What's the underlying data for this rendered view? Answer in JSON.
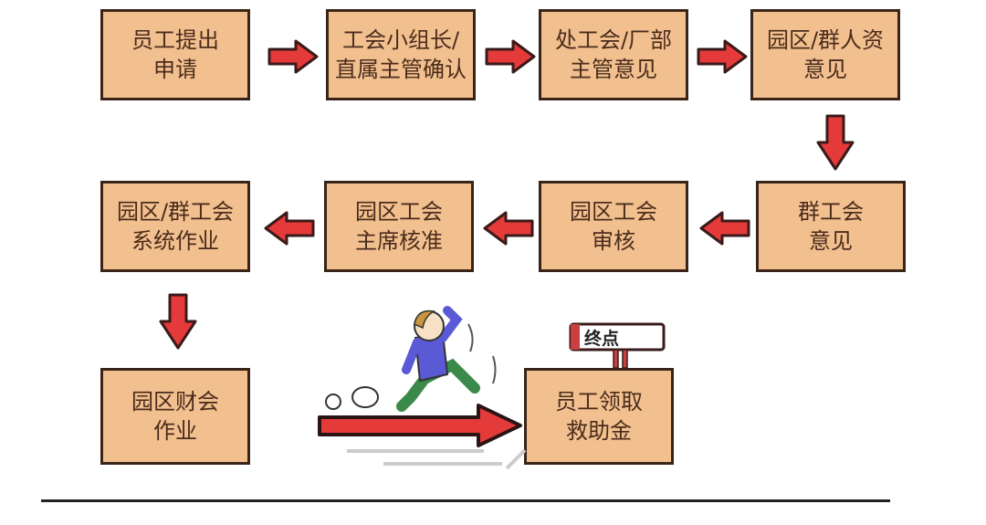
{
  "title": "员工申请救助金流程",
  "steps": [
    {
      "line1": "员工提出",
      "line2": "申请"
    },
    {
      "line1": "工会小组长/",
      "line2": "直属主管确认"
    },
    {
      "line1": "处工会/厂部",
      "line2": "主管意见"
    },
    {
      "line1": "园区/群人资",
      "line2": "意见"
    },
    {
      "line1": "群工会",
      "line2": "意见"
    },
    {
      "line1": "园区工会",
      "line2": "审核"
    },
    {
      "line1": "园区工会",
      "line2": "主席核准"
    },
    {
      "line1": "园区/群工会",
      "line2": "系统作业"
    },
    {
      "line1": "园区财会",
      "line2": "作业"
    },
    {
      "line1": "员工领取",
      "line2": "救助金"
    }
  ],
  "finish_sign": "终点",
  "colors": {
    "box": "#F2C08F",
    "border": "#3a2418",
    "arrow": "#e53a3a"
  }
}
